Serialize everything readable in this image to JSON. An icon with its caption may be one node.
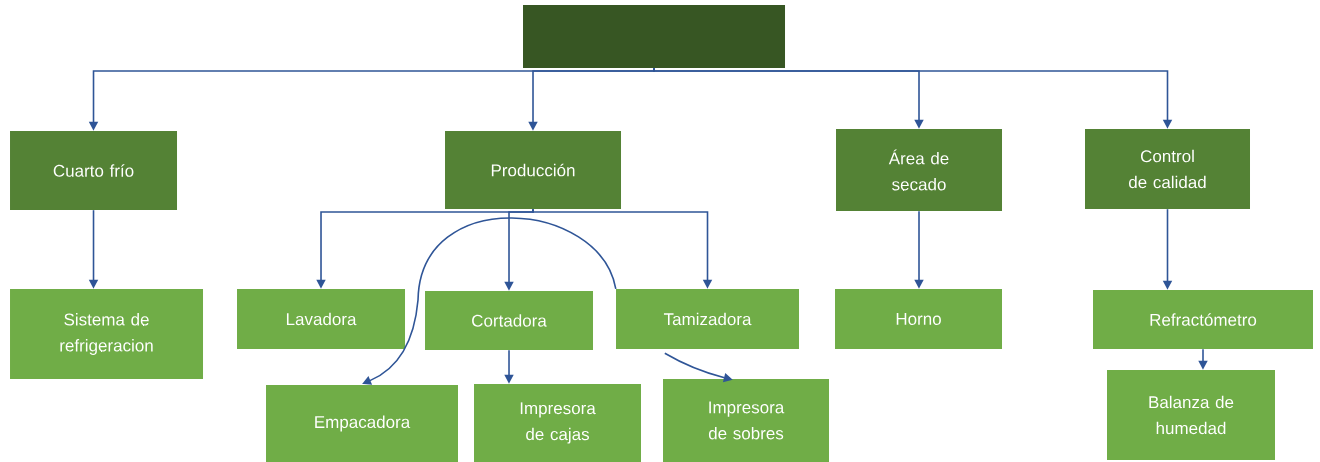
{
  "diagram": {
    "nodes": [
      {
        "text": [],
        "shape": "box"
      },
      {
        "text": [
          "Cuarto frío"
        ]
      },
      {
        "text": [
          "Producción"
        ]
      },
      {
        "text": [
          "Área de secado"
        ]
      },
      {
        "text": [
          "Control de calidad"
        ]
      },
      {
        "text": [
          "Sistema de refrigeracion"
        ]
      },
      {
        "text": [
          "Lavadora"
        ]
      },
      {
        "text": [
          "Cortadora"
        ]
      },
      {
        "text": [
          "Tamizadora"
        ]
      },
      {
        "text": [
          "Horno"
        ]
      },
      {
        "text": [
          "Refractómetro"
        ]
      },
      {
        "text": [
          "Balanza de humedad"
        ]
      },
      {
        "text": [
          "Empacadora"
        ]
      },
      {
        "text": [
          "Impresora de cajas"
        ]
      },
      {
        "text": [
          "Impresora de sobres"
        ]
      }
    ],
    "edges": [
      {
        "from": 0,
        "to": 1,
        "arrow": "to"
      },
      {
        "from": 0,
        "to": 2,
        "arrow": "to"
      },
      {
        "from": 0,
        "to": 3,
        "arrow": "to"
      },
      {
        "from": 0,
        "to": 4,
        "arrow": "to"
      },
      {
        "from": 1,
        "to": 5,
        "arrow": "to"
      },
      {
        "from": 2,
        "to": 6,
        "arrow": "to"
      },
      {
        "from": 2,
        "to": 7,
        "arrow": "to"
      },
      {
        "from": 2,
        "to": 8,
        "arrow": "to"
      },
      {
        "from": 3,
        "to": 9,
        "arrow": "to"
      },
      {
        "from": 4,
        "to": 10,
        "arrow": "to"
      },
      {
        "from": 10,
        "to": 11,
        "arrow": "to"
      },
      {
        "from": 8,
        "to": 12,
        "arrow": "to"
      },
      {
        "from": 7,
        "to": 13,
        "arrow": "to"
      },
      {
        "from": 8,
        "to": 14,
        "arrow": "to"
      }
    ]
  }
}
